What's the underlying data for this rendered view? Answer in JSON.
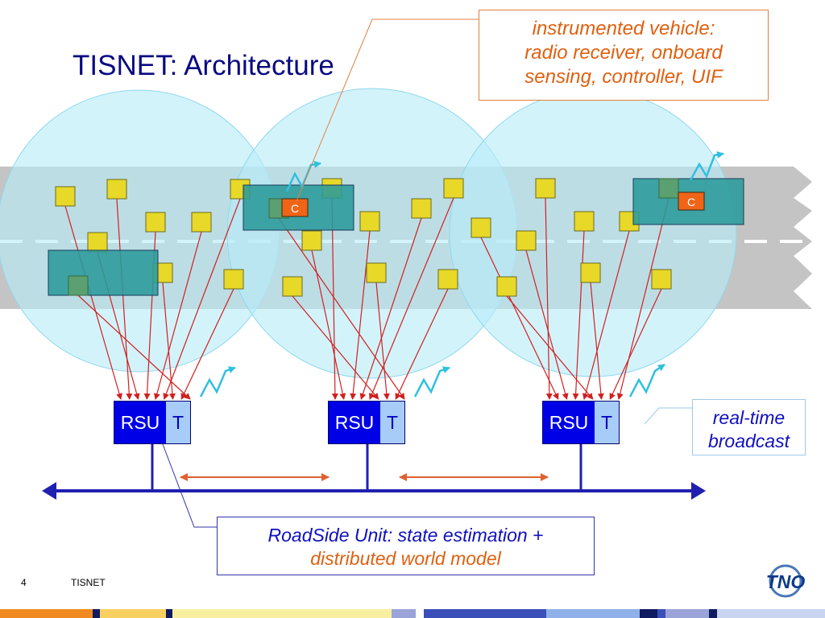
{
  "slide": {
    "title": "TISNET: Architecture",
    "page_number": "4",
    "footer_text": "TISNET"
  },
  "callouts": {
    "vehicle": {
      "lines": [
        "instrumented vehicle:",
        "radio receiver, onboard",
        "sensing, controller, UIF"
      ]
    },
    "realtime": {
      "lines": [
        "real-time",
        "broadcast"
      ]
    },
    "roadside": {
      "line1": "RoadSide Unit: state estimation +",
      "line2": "distributed world model"
    }
  },
  "units": [
    {
      "label": "RSU",
      "transmitter": "T"
    },
    {
      "label": "RSU",
      "transmitter": "T"
    },
    {
      "label": "RSU",
      "transmitter": "T"
    }
  ],
  "vehicle_controller_label": "C",
  "logo_text": "TNO",
  "colors": {
    "title": "#0a0a80",
    "road": "#c4c4c4",
    "coverage": "#b8ecf8",
    "vehicle_fill": "#2a9a9a",
    "sensor_fill": "#e8d828",
    "rsu_fill": "#0000e6",
    "transmitter_fill": "#a8ccf8",
    "link_lines": "#d02020",
    "bus": "#2020b0",
    "radio_wave": "#30c0e0",
    "orange_accent": "#e06010"
  }
}
